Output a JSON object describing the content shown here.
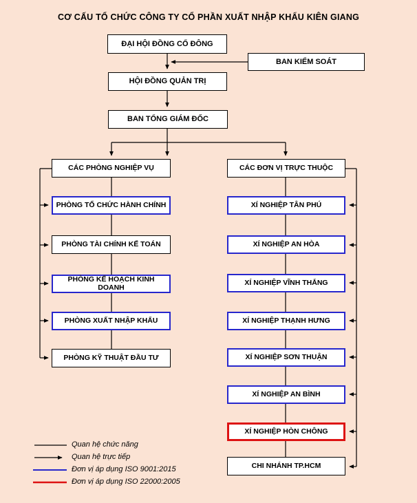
{
  "title": "CƠ CẤU TỔ CHỨC CÔNG TY CỔ PHẦN XUẤT NHẬP KHẨU KIÊN GIANG",
  "top": {
    "shareholders": "ĐẠI HỘI ĐỒNG CỔ ĐÔNG",
    "supervisory_board": "BAN KIỂM SOÁT",
    "board_of_directors": "HỘI ĐỒNG QUẢN TRỊ",
    "general_directors": "BAN TỔNG GIÁM ĐỐC"
  },
  "left_column": {
    "header": "CÁC PHÒNG NGHIỆP VỤ",
    "items": [
      {
        "label": "PHÒNG TỔ CHỨC HÀNH CHÍNH",
        "iso": "ISO 9001:2015"
      },
      {
        "label": "PHÒNG TÀI CHÍNH KẾ TOÁN",
        "iso": null
      },
      {
        "label": "PHÒNG KẾ HOẠCH KINH DOANH",
        "iso": "ISO 9001:2015"
      },
      {
        "label": "PHÒNG XUẤT NHẬP KHẨU",
        "iso": "ISO 9001:2015"
      },
      {
        "label": "PHÒNG KỸ THUẬT ĐẦU TƯ",
        "iso": null
      }
    ]
  },
  "right_column": {
    "header": "CÁC ĐƠN VỊ TRỰC THUỘC",
    "items": [
      {
        "label": "XÍ NGHIỆP TÂN PHÚ",
        "iso": "ISO 9001:2015"
      },
      {
        "label": "XÍ NGHIỆP AN HÒA",
        "iso": "ISO 9001:2015"
      },
      {
        "label": "XÍ NGHIỆP VĨNH THẮNG",
        "iso": "ISO 9001:2015"
      },
      {
        "label": "XÍ NGHIỆP THẠNH HƯNG",
        "iso": "ISO 9001:2015"
      },
      {
        "label": "XÍ NGHIỆP SƠN THUẬN",
        "iso": "ISO 9001:2015"
      },
      {
        "label": "XÍ NGHIỆP AN BÌNH",
        "iso": "ISO 9001:2015"
      },
      {
        "label": "XÍ NGHIỆP HÒN CHÔNG",
        "iso": "ISO 22000:2005"
      },
      {
        "label": "CHI NHÁNH TP.HCM",
        "iso": null
      }
    ]
  },
  "legend": {
    "items": [
      {
        "label": "Quan hệ chức năng",
        "style": "plain-black-line"
      },
      {
        "label": "Quan hệ trực tiếp",
        "style": "black-arrow-line"
      },
      {
        "label": "Đơn vị áp dụng ISO 9001:2015",
        "style": "blue-line"
      },
      {
        "label": "Đơn vị áp dụng ISO 22000:2005",
        "style": "red-line"
      }
    ]
  },
  "colors": {
    "background": "#fbe3d4",
    "box_fill": "#ffffff",
    "line": "#000000",
    "iso_9001": "#2626cc",
    "iso_22000": "#dd1212"
  }
}
